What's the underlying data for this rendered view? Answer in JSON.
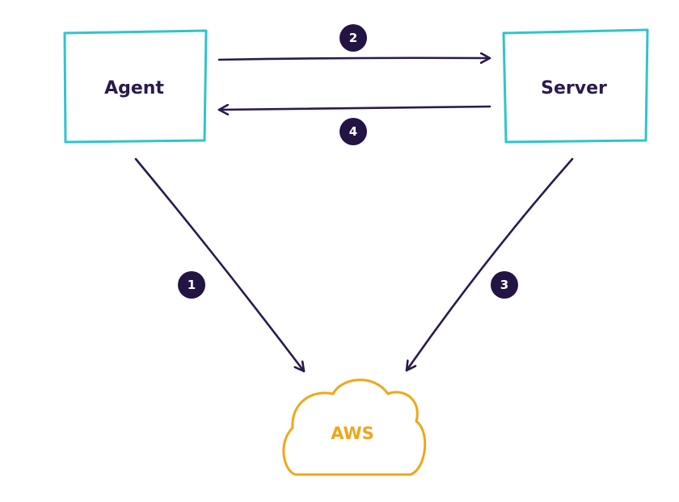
{
  "nodes": {
    "agent": {
      "label": "Agent"
    },
    "server": {
      "label": "Server"
    },
    "aws": {
      "label": "AWS"
    }
  },
  "steps": {
    "step1": {
      "number": "1"
    },
    "step2": {
      "number": "2"
    },
    "step3": {
      "number": "3"
    },
    "step4": {
      "number": "4"
    }
  },
  "colors": {
    "box_border": "#2ec4cf",
    "arrow": "#2a1a4e",
    "badge_fill": "#231444",
    "text": "#2a1a4e",
    "aws": "#f2a51a"
  }
}
